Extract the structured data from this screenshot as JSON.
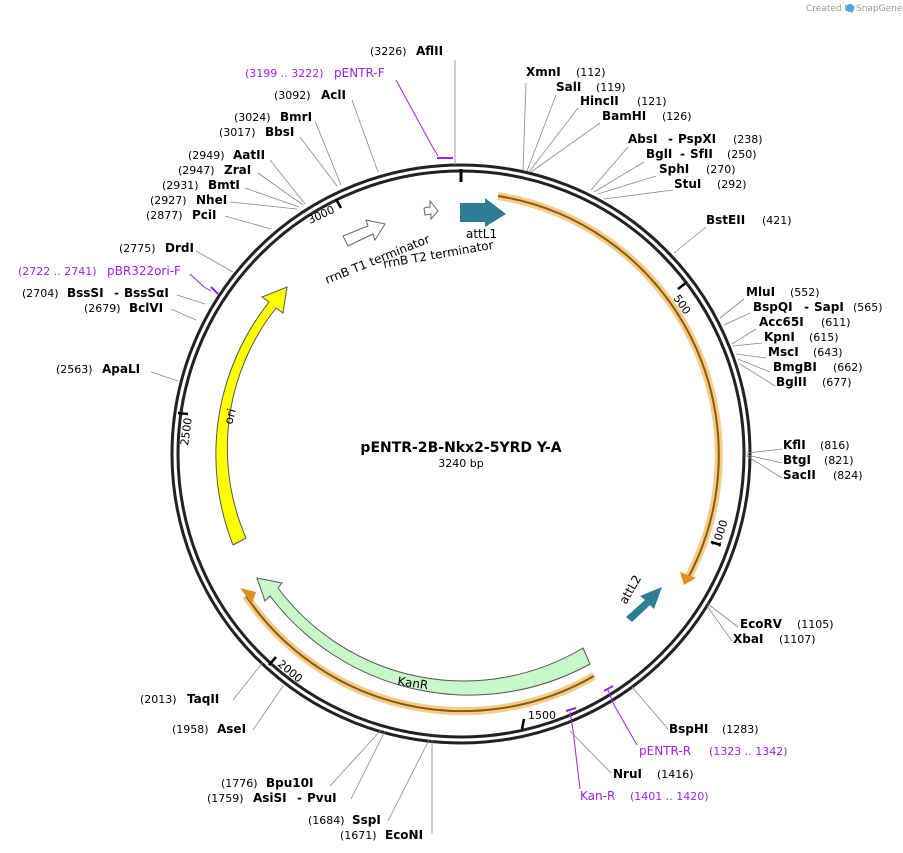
{
  "title": "pENTR-2B-Nkx2-5YRD Y-A",
  "length_label": "3240 bp",
  "credit": {
    "text": "Created by",
    "brand": "SnapGene"
  },
  "ticks": [
    "500",
    "1000",
    "1500",
    "2000",
    "2500",
    "3000"
  ],
  "features": [
    {
      "name": "attL1",
      "color": "#2e7d95"
    },
    {
      "name": "attL2",
      "color": "#2e7d95"
    },
    {
      "name": "rrnB T1 terminator",
      "color": "#ffffff"
    },
    {
      "name": "rrnB T2 terminator",
      "color": "#ffffff"
    },
    {
      "name": "ori",
      "color": "#ffff00"
    },
    {
      "name": "KanR",
      "color": "#c8f7c8"
    }
  ],
  "primers": [
    {
      "name": "pENTR-F",
      "pos": "(3199 .. 3222)"
    },
    {
      "name": "pBR322ori-F",
      "pos": "(2722 .. 2741)"
    },
    {
      "name": "pENTR-R",
      "pos": "(1323 .. 1342)"
    },
    {
      "name": "Kan-R",
      "pos": "(1401 .. 1420)"
    }
  ],
  "sites": [
    {
      "name": "AflII",
      "pos": "(3226)"
    },
    {
      "name": "XmnI",
      "pos": "(112)"
    },
    {
      "name": "SalI",
      "pos": "(119)"
    },
    {
      "name": "HincII",
      "pos": "(121)"
    },
    {
      "name": "BamHI",
      "pos": "(126)"
    },
    {
      "name": "AbsI",
      "name2": "PspXI",
      "pos": "(238)"
    },
    {
      "name": "BglI",
      "name2": "SfII",
      "pos": "(250)"
    },
    {
      "name": "SphI",
      "pos": "(270)"
    },
    {
      "name": "StuI",
      "pos": "(292)"
    },
    {
      "name": "BstEII",
      "pos": "(421)"
    },
    {
      "name": "MluI",
      "pos": "(552)"
    },
    {
      "name": "BspQI",
      "name2": "SapI",
      "pos": "(565)"
    },
    {
      "name": "Acc65I",
      "pos": "(611)"
    },
    {
      "name": "KpnI",
      "pos": "(615)"
    },
    {
      "name": "MscI",
      "pos": "(643)"
    },
    {
      "name": "BmgBI",
      "pos": "(662)"
    },
    {
      "name": "BglII",
      "pos": "(677)"
    },
    {
      "name": "KflI",
      "pos": "(816)"
    },
    {
      "name": "BtgI",
      "pos": "(821)"
    },
    {
      "name": "SacII",
      "pos": "(824)"
    },
    {
      "name": "EcoRV",
      "pos": "(1105)"
    },
    {
      "name": "XbaI",
      "pos": "(1107)"
    },
    {
      "name": "BspHI",
      "pos": "(1283)"
    },
    {
      "name": "NruI",
      "pos": "(1416)"
    },
    {
      "name": "EcoNI",
      "pos": "(1671)"
    },
    {
      "name": "SspI",
      "pos": "(1684)"
    },
    {
      "name": "AsiSI",
      "name2": "PvuI",
      "pos": "(1759)"
    },
    {
      "name": "Bpu10I",
      "pos": "(1776)"
    },
    {
      "name": "AseI",
      "pos": "(1958)"
    },
    {
      "name": "TaqII",
      "pos": "(2013)"
    },
    {
      "name": "ApaLI",
      "pos": "(2563)"
    },
    {
      "name": "BclVI",
      "pos": "(2679)"
    },
    {
      "name": "BssSI",
      "name2": "BssSαI",
      "pos": "(2704)"
    },
    {
      "name": "DrdI",
      "pos": "(2775)"
    },
    {
      "name": "PciI",
      "pos": "(2877)"
    },
    {
      "name": "NheI",
      "pos": "(2927)"
    },
    {
      "name": "BmtI",
      "pos": "(2931)"
    },
    {
      "name": "ZraI",
      "pos": "(2947)"
    },
    {
      "name": "AatII",
      "pos": "(2949)"
    },
    {
      "name": "BbsI",
      "pos": "(3017)"
    },
    {
      "name": "BmrI",
      "pos": "(3024)"
    },
    {
      "name": "AclI",
      "pos": "(3092)"
    }
  ]
}
